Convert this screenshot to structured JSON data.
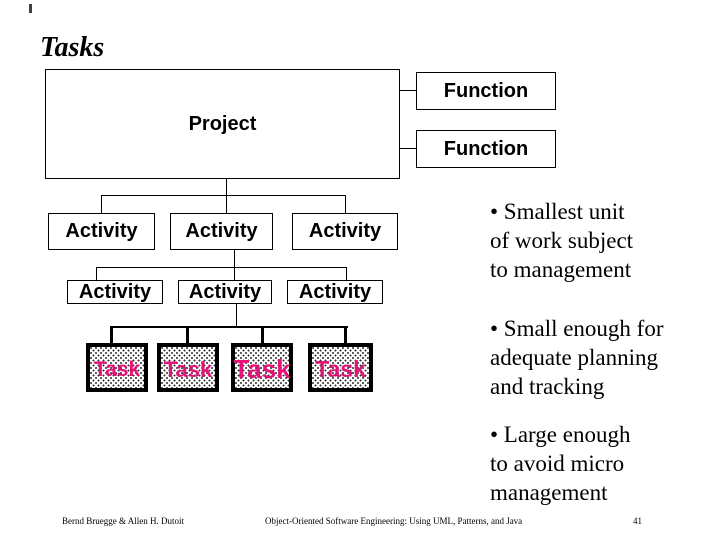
{
  "slide": {
    "title": "Tasks"
  },
  "diagram": {
    "project": {
      "label": "Project"
    },
    "functions": [
      {
        "label": "Function"
      },
      {
        "label": "Function"
      }
    ],
    "activities_row1": [
      {
        "label": "Activity"
      },
      {
        "label": "Activity"
      },
      {
        "label": "Activity"
      }
    ],
    "activities_row2": [
      {
        "label": "Activity"
      },
      {
        "label": "Activity"
      },
      {
        "label": "Activity"
      }
    ],
    "tasks": [
      {
        "label": "Task"
      },
      {
        "label": "Task"
      },
      {
        "label": "Task"
      },
      {
        "label": "Task"
      }
    ],
    "task_label_color": "#e31379",
    "line_color": "#000000"
  },
  "bullets": [
    {
      "lines": [
        "• Smallest unit",
        "of work subject",
        "to management"
      ]
    },
    {
      "lines": [
        "• Small enough for",
        "adequate planning",
        "and tracking"
      ]
    },
    {
      "lines": [
        "• Large enough",
        "to avoid micro",
        "management"
      ]
    }
  ],
  "footer": {
    "authors": "Bernd Bruegge & Allen H. Dutoit",
    "book_title": "Object-Oriented Software Engineering: Using UML, Patterns, and Java",
    "page_number": "41"
  }
}
